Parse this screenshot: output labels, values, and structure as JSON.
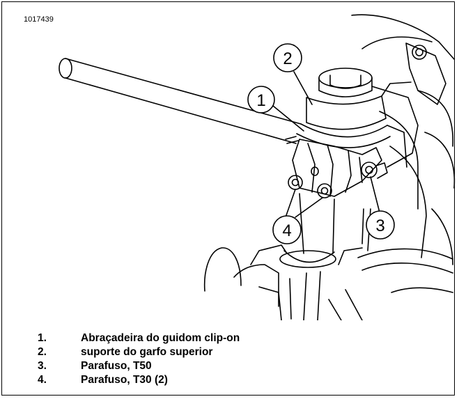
{
  "figure": {
    "id": "1017439",
    "callouts": [
      "1",
      "2",
      "3",
      "4"
    ]
  },
  "legend": [
    {
      "number": "1.",
      "text": "Abraçadeira do guidom clip-on"
    },
    {
      "number": "2.",
      "text": "suporte do garfo superior"
    },
    {
      "number": "3.",
      "text": "Parafuso, T50"
    },
    {
      "number": "4.",
      "text": "Parafuso, T30 (2)"
    }
  ]
}
